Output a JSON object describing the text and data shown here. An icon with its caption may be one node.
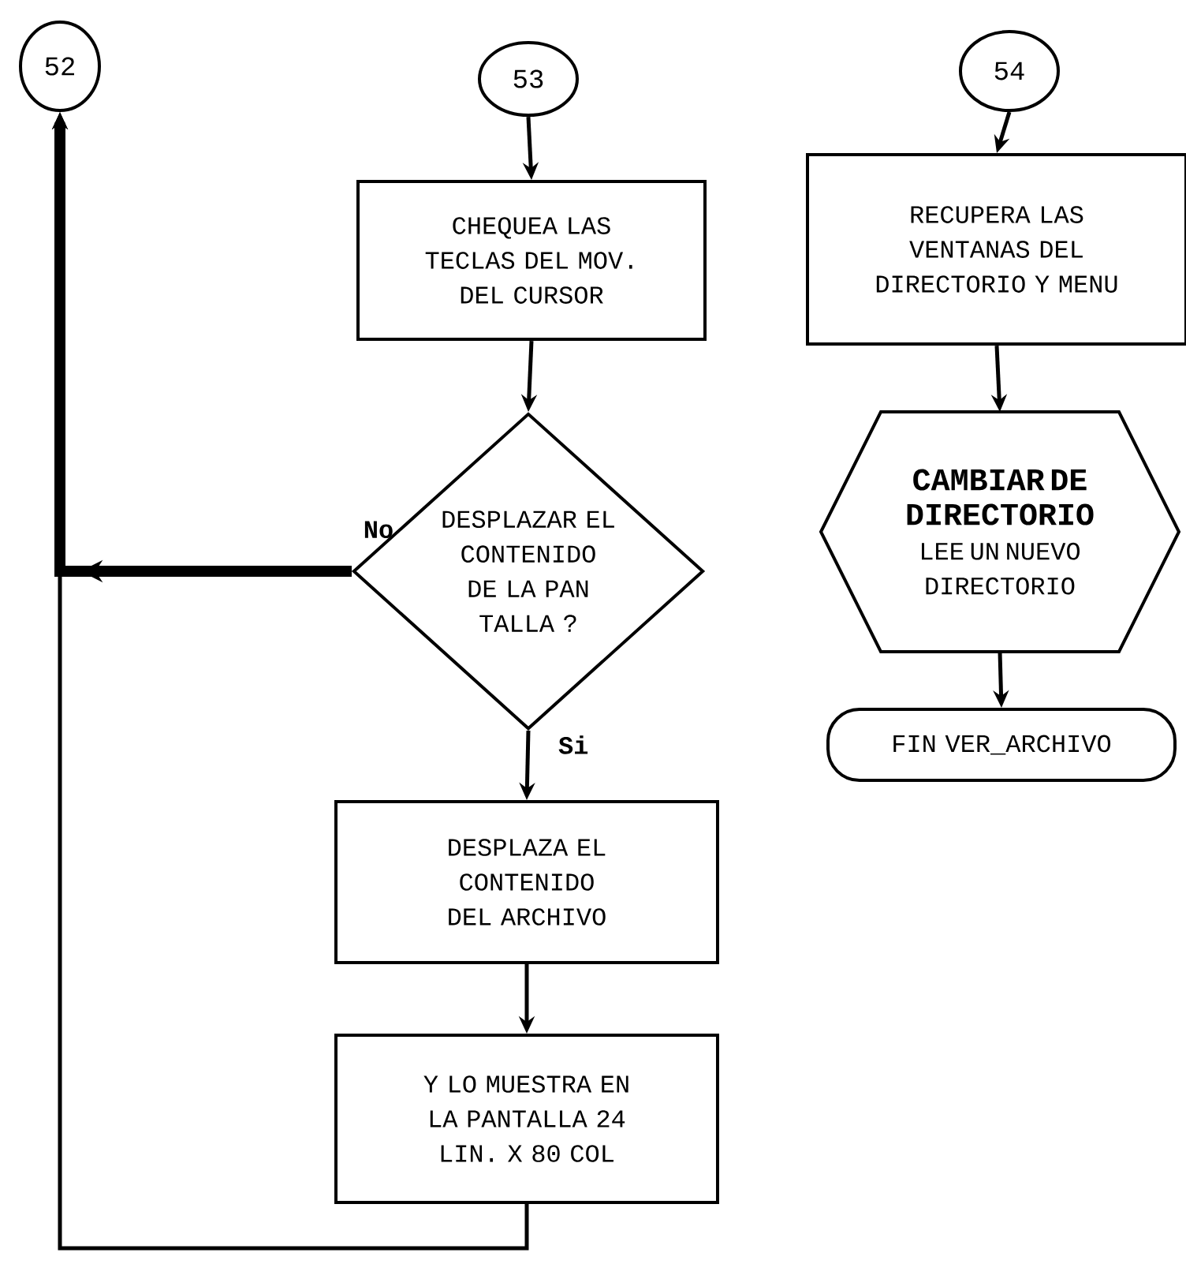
{
  "diagram": {
    "nodes": [
      {
        "text": [
          "52"
        ]
      },
      {
        "text": [
          "53"
        ]
      },
      {
        "text": [
          "CHEQUEA LAS TECLAS DEL MOV. DEL CURSOR"
        ]
      },
      {
        "text": [
          "DESPLAZAR EL CONTENIDO DE LA PAN TALLA ?"
        ]
      },
      {
        "text": [
          "DESPLAZA EL CONTENIDO DEL ARCHIVO"
        ]
      },
      {
        "text": [
          "Y LO MUESTRA EN LA PANTALLA 24 LIN. X 80 COL"
        ]
      },
      {
        "text": [
          "54"
        ]
      },
      {
        "text": [
          "RECUPERA LAS VENTANAS DEL DIRECTORIO Y MENU"
        ]
      },
      {
        "text": [
          "CAMBIAR DE DIRECTORIO",
          "LEE UN NUEVO DIRECTORIO"
        ]
      },
      {
        "text": [
          "FIN VER_ARCHIVO"
        ]
      }
    ],
    "edges": [
      {
        "from": 1,
        "to": 2,
        "arrow": "to"
      },
      {
        "from": 2,
        "to": 3,
        "arrow": "to"
      },
      {
        "from": 3,
        "to": 4,
        "arrow": "to",
        "label": "Si"
      },
      {
        "from": 4,
        "to": 5,
        "arrow": "to"
      },
      {
        "from": 5,
        "to": 0,
        "arrow": "to"
      },
      {
        "from": 3,
        "to": 0,
        "arrow": "to",
        "label": "No",
        "style": "thick"
      },
      {
        "from": 6,
        "to": 7,
        "arrow": "to"
      },
      {
        "from": 7,
        "to": 8,
        "arrow": "to"
      },
      {
        "from": 8,
        "to": 9,
        "arrow": "to"
      }
    ]
  }
}
